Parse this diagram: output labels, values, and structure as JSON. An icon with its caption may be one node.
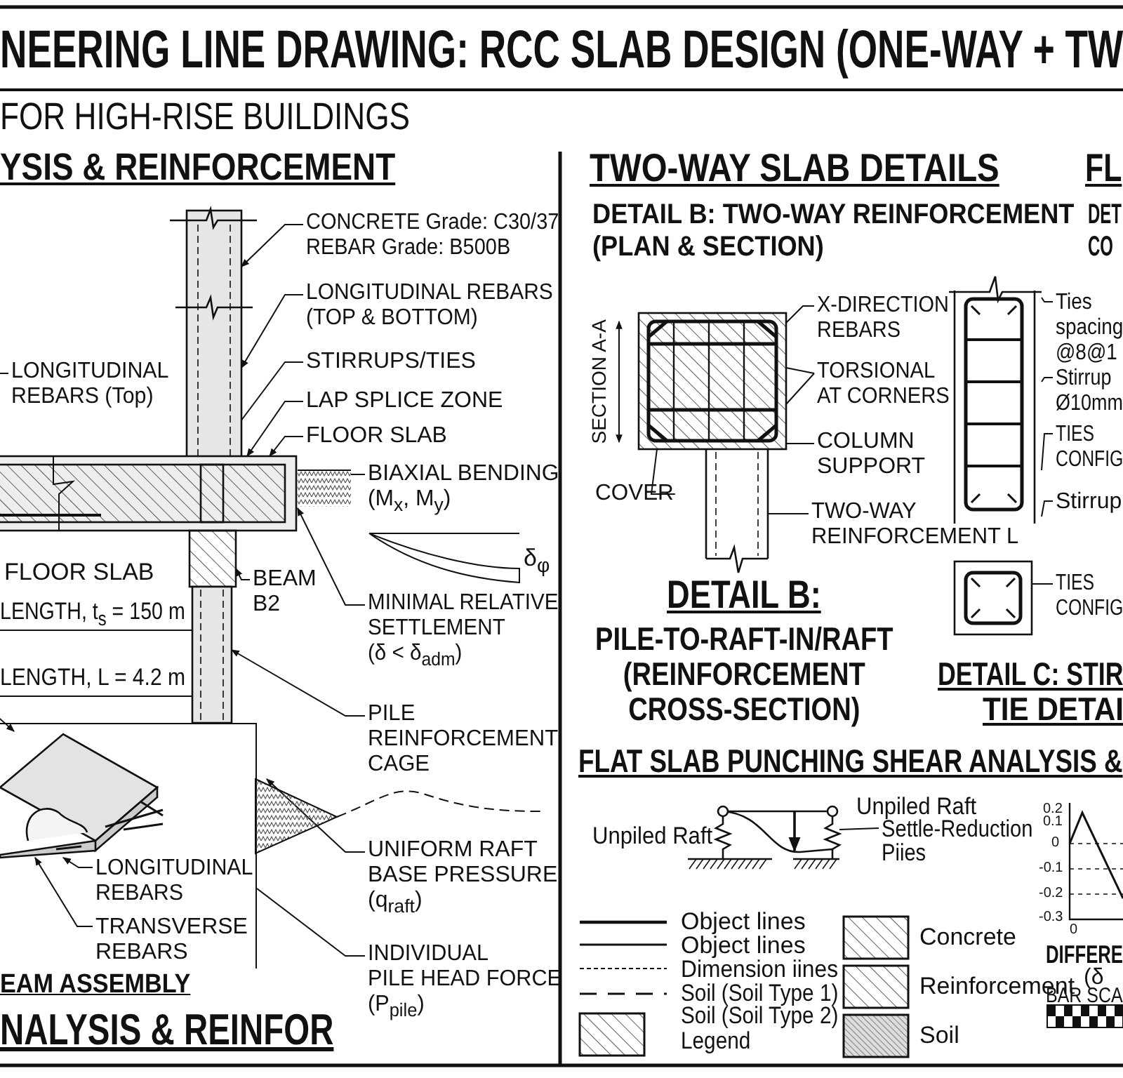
{
  "diagram": {
    "title": "NEERING LINE DRAWING: RCC SLAB DESIGN (ONE-WAY + TW",
    "nodes": [
      {
        "text": [
          "CONCRETE Grade: C30/37 REBAR Grade: B500B"
        ]
      },
      {
        "text": [
          "LONGITUDINAL REBARS (TOP & BOTTOM)"
        ]
      },
      {
        "text": [
          "STIRRUPS/TIES"
        ]
      },
      {
        "text": [
          "LAP SPLICE ZONE"
        ]
      },
      {
        "text": [
          "FLOOR SLAB"
        ]
      },
      {
        "text": [
          "LONGITUDINAL REBARS (Top)"
        ]
      },
      {
        "text": [
          "BIAXIAL BENDING (M$_{x}$, M$_{y}$)"
        ]
      },
      {
        "text": [
          "BEAM B2"
        ]
      },
      {
        "text": [
          "MINIMAL RELATIVE SETTLEMENT (δ < δ$_{adm}$)"
        ]
      },
      {
        "text": [
          "PILE REINFORCEMENT CAGE"
        ]
      },
      {
        "text": [
          "UNIFORM RAFT BASE PRESSURE (q$_{raft}$)"
        ]
      },
      {
        "text": [
          "INDIVIDUAL PILE HEAD FORCE (P$_{pile}$)"
        ]
      },
      {
        "text": [
          "EAM ASSEMBLY"
        ]
      },
      {
        "text": [
          "LONGITUDINAL REBARS"
        ],
        "in": 12
      },
      {
        "text": [
          "TRANSVERSE REBARS"
        ],
        "in": 12
      },
      {
        "text": [
          "X-DIRECTION REBARS"
        ]
      },
      {
        "text": [
          "TORSIONAL AT CORNERS"
        ]
      },
      {
        "text": [
          "COLUMN SUPPORT"
        ]
      },
      {
        "text": [
          "COVER"
        ]
      },
      {
        "text": [
          "TWO-WAY REINFORCEMENT L"
        ]
      },
      {
        "text": [
          "Ties spacing @8@1"
        ]
      },
      {
        "text": [
          "Stirrup Ø10mm"
        ]
      },
      {
        "text": [
          "TIES CONFIG"
        ]
      },
      {
        "text": [
          "Stirrup"
        ]
      },
      {
        "text": [
          "TIES CONFIG"
        ]
      },
      {
        "text": [
          "Settle-Reduction Piies"
        ]
      },
      {
        "text": [],
        "shape": "box"
      },
      {
        "text": [],
        "shape": "box"
      },
      {
        "text": [],
        "shape": "box"
      },
      {
        "text": [],
        "shape": "box"
      },
      {
        "text": [],
        "shape": "box"
      },
      {
        "text": [],
        "shape": "triangle"
      },
      {
        "text": [],
        "shape": "picture",
        "in": 12
      },
      {
        "text": [],
        "shape": "box"
      },
      {
        "text": [],
        "shape": "box"
      },
      {
        "text": [],
        "shape": "box"
      },
      {
        "text": [],
        "shape": "box"
      },
      {
        "text": [],
        "shape": "picture"
      }
    ],
    "edges": [
      {
        "from": 0,
        "to": 26,
        "arrow": "to"
      },
      {
        "from": 1,
        "to": 26,
        "arrow": "to"
      },
      {
        "from": 2,
        "to": 26,
        "arrow": "to"
      },
      {
        "from": 3,
        "to": 27,
        "arrow": "to"
      },
      {
        "from": 4,
        "to": 27,
        "arrow": "to"
      },
      {
        "from": 5,
        "to": null,
        "arrow": "none"
      },
      {
        "from": 6,
        "to": 28,
        "arrow": "none"
      },
      {
        "from": 7,
        "to": 29,
        "arrow": "to"
      },
      {
        "from": 8,
        "to": 27,
        "arrow": "to"
      },
      {
        "from": 9,
        "to": 30,
        "arrow": "to"
      },
      {
        "from": 10,
        "to": 31,
        "arrow": "to"
      },
      {
        "from": 11,
        "to": 12,
        "arrow": "none"
      },
      {
        "from": 13,
        "to": 32,
        "arrow": "to"
      },
      {
        "from": 14,
        "to": 32,
        "arrow": "to"
      },
      {
        "from": 15,
        "to": 33,
        "arrow": "none"
      },
      {
        "from": 16,
        "to": 33,
        "arrow": "none"
      },
      {
        "from": 16,
        "to": 33,
        "arrow": "none"
      },
      {
        "from": 17,
        "to": 33,
        "arrow": "none"
      },
      {
        "from": 18,
        "to": 33,
        "arrow": "none"
      },
      {
        "from": 19,
        "to": 34,
        "arrow": "none"
      },
      {
        "from": 20,
        "to": 35,
        "arrow": "none"
      },
      {
        "from": 21,
        "to": 35,
        "arrow": "none"
      },
      {
        "from": 22,
        "to": 35,
        "arrow": "none"
      },
      {
        "from": 23,
        "to": 35,
        "arrow": "none"
      },
      {
        "from": 24,
        "to": 36,
        "arrow": "none"
      },
      {
        "from": 25,
        "to": 37,
        "arrow": "none"
      },
      {
        "from": null,
        "to": 32,
        "arrow": "to"
      }
    ],
    "labels": [
      "FOR HIGH-RISE BUILDINGS",
      "YSIS & REINFORCEMENT",
      "TWO-WAY SLAB DETAILS",
      "FL",
      "DETAIL B: TWO-WAY REINFORCEMENT (PLAN & SECTION)",
      "DET CO",
      "SECTION A-A",
      "δ$_{φ}$",
      "FLOOR SLAB",
      "LENGTH, t$_{s}$ = 150 m",
      "LENGTH, L = 4.2 m",
      "DETAIL B:",
      "PILE-TO-RAFT-IN/RAFT (REINFORCEMENT CROSS-SECTION)",
      "DETAIL C: STIR",
      "TIE DETAI",
      "FLAT SLAB PUNCHING SHEAR ANALYSIS &",
      "Unpiled Raft",
      "Unpiled Raft",
      "0.2",
      "0.1",
      "0",
      "-0.1",
      "-0.2",
      "-0.3",
      "0",
      "DIFFERE",
      "(δ",
      "BAR SCA",
      "NALYSIS & REINFOR"
    ],
    "legend": [
      {
        "text": "Object lines"
      },
      {
        "text": "Object lines"
      },
      {
        "text": "Dimension iines"
      },
      {
        "text": "Soil (Soil Type 1)"
      },
      {
        "text": "Soil (Soil Type 2) Legend"
      },
      {
        "text": "Concrete"
      },
      {
        "text": "Reinforcement"
      },
      {
        "text": "Soil"
      }
    ]
  }
}
